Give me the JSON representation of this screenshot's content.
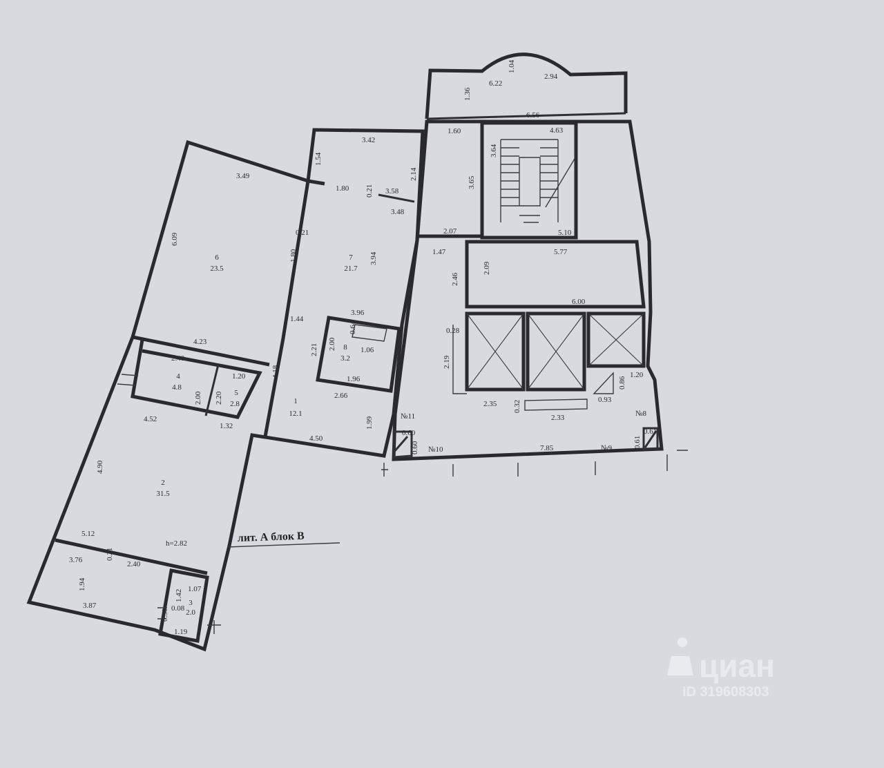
{
  "caption": "лит. А блок В",
  "watermark": {
    "brand": "циан",
    "id_text": "ID 319608303"
  },
  "rooms": [
    {
      "number": "6",
      "area": "23.5"
    },
    {
      "number": "7",
      "area": "21.7"
    },
    {
      "number": "8",
      "area": "3.2"
    },
    {
      "number": "4",
      "area": "4.8"
    },
    {
      "number": "5",
      "area": "2.8"
    },
    {
      "number": "1",
      "area": "12.1"
    },
    {
      "number": "2",
      "area": "31.5"
    },
    {
      "number": "3",
      "area": "2.0"
    }
  ],
  "labels": {
    "height_note": "h=2.82",
    "n8": "№8",
    "n9": "№9",
    "n10": "№10",
    "n11": "№11"
  },
  "dims": {
    "d_622": "6.22",
    "d_294": "2.94",
    "d_104": "1.04",
    "d_136": "1.36",
    "d_656": "6.56",
    "d_160": "1.60",
    "d_463": "4.63",
    "d_364": "3.64",
    "d_365": "3.65",
    "d_510": "5.10",
    "d_207": "2.07",
    "d_147": "1.47",
    "d_577": "5.77",
    "d_209": "2.09",
    "d_246": "2.46",
    "d_600": "6.00",
    "d_028": "0.28",
    "d_219": "2.19",
    "d_235": "2.35",
    "d_032": "0.32",
    "d_233": "2.33",
    "d_093": "0.93",
    "d_086": "0.86",
    "d_120b": "1.20",
    "d_061": "0.61",
    "d_785": "7.85",
    "d_060a": "0.60",
    "d_060b": "0.60",
    "d_342": "3.42",
    "d_154": "1.54",
    "d_214": "2.14",
    "d_180a": "1.80",
    "d_021a": "0.21",
    "d_358": "3.58",
    "d_348": "3.48",
    "d_021b": "0.21",
    "d_180b": "1.80",
    "d_394": "3.94",
    "d_349": "3.49",
    "d_609": "6.09",
    "d_396": "3.96",
    "d_144": "1.44",
    "d_221": "2.21",
    "d_200a": "2.00",
    "d_064": "0.64",
    "d_106": "1.06",
    "d_196": "1.96",
    "d_266": "2.66",
    "d_199": "1.99",
    "d_450": "4.50",
    "d_423": "4.23",
    "d_240a": "2.40",
    "d_120a": "1.20",
    "d_418": "4.18",
    "d_200b": "2.00",
    "d_220": "2.20",
    "d_452": "4.52",
    "d_132": "1.32",
    "d_490": "4.90",
    "d_512": "5.12",
    "d_376": "3.76",
    "d_021c": "0.21",
    "d_240b": "2.40",
    "d_194": "1.94",
    "d_387": "3.87",
    "d_107": "1.07",
    "d_142": "1.42",
    "d_008": "0.08",
    "d_030": "0.30",
    "d_119": "1.19"
  }
}
